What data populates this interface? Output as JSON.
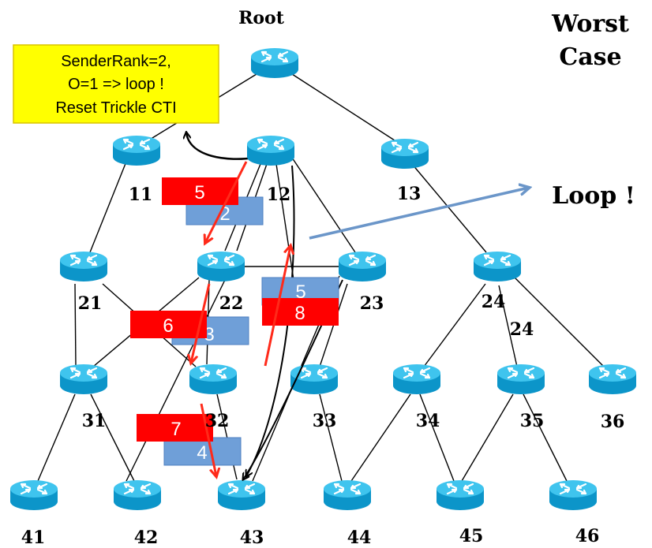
{
  "root_label": "Root",
  "title": {
    "line1": "Worst",
    "line2": "Case"
  },
  "loop_label": "Loop !",
  "callout": {
    "line1": "SenderRank=2,",
    "line2": "O=1 => loop !",
    "line3": "Reset Trickle CTI",
    "bg": "#ffff00",
    "border": "#d9c300"
  },
  "colors": {
    "step_red": "#ff0000",
    "step_blue": "#6f9fd8",
    "router_top": "#3fc4ee",
    "router_body": "#0c95c9",
    "arrow_red": "#ff2a1a",
    "arrow_blue": "#6b96c9"
  },
  "nodes": [
    {
      "id": "root",
      "label": ""
    },
    {
      "id": "11",
      "label": "11"
    },
    {
      "id": "12",
      "label": "12"
    },
    {
      "id": "13",
      "label": "13"
    },
    {
      "id": "21",
      "label": "21"
    },
    {
      "id": "22",
      "label": "22"
    },
    {
      "id": "23",
      "label": "23"
    },
    {
      "id": "24",
      "label": "24"
    },
    {
      "id": "31",
      "label": "31"
    },
    {
      "id": "32",
      "label": "32"
    },
    {
      "id": "33",
      "label": "33"
    },
    {
      "id": "34",
      "label": "34"
    },
    {
      "id": "35",
      "label": "35"
    },
    {
      "id": "36",
      "label": "36"
    },
    {
      "id": "41",
      "label": "41"
    },
    {
      "id": "42",
      "label": "42"
    },
    {
      "id": "43",
      "label": "43"
    },
    {
      "id": "44",
      "label": "44"
    },
    {
      "id": "45",
      "label": "45"
    },
    {
      "id": "46",
      "label": "46"
    }
  ],
  "extra_label": "24",
  "red_steps": [
    "5",
    "6",
    "7",
    "8"
  ],
  "blue_steps": [
    "2",
    "3",
    "4",
    "5"
  ]
}
